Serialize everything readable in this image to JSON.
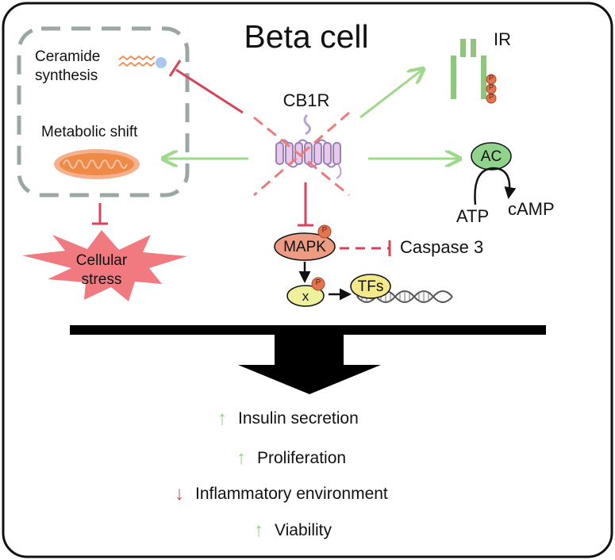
{
  "title": "Beta cell",
  "cb1r": "CB1R",
  "ceramide": {
    "line1": "Ceramide",
    "line2": "synthesis"
  },
  "metabolic": "Metabolic shift",
  "stress": {
    "line1": "Cellular",
    "line2": "stress"
  },
  "ir": "IR",
  "phospho": "P",
  "ac": "AC",
  "atp": "ATP",
  "camp": "cAMP",
  "mapk": "MAPK",
  "caspase": "Caspase 3",
  "x": "x",
  "tfs": "TFs",
  "outcomes": [
    {
      "label": "Insulin secretion",
      "arrow": "↑",
      "color": "#8dd17e"
    },
    {
      "label": "Proliferation",
      "arrow": "↑",
      "color": "#8dd17e"
    },
    {
      "label": "Inflammatory environment",
      "arrow": "↓",
      "color": "#d9435c"
    },
    {
      "label": "Viability",
      "arrow": "↑",
      "color": "#8dd17e"
    }
  ],
  "colors": {
    "activate": "#9fd98b",
    "inhibit": "#d9435c",
    "mapk": "#ee9b84",
    "ac": "#8fd48a",
    "x": "#eef19a",
    "tfs": "#f3e88a",
    "dashedBox": "#9aa7a5",
    "stress": "#f07a7f"
  }
}
